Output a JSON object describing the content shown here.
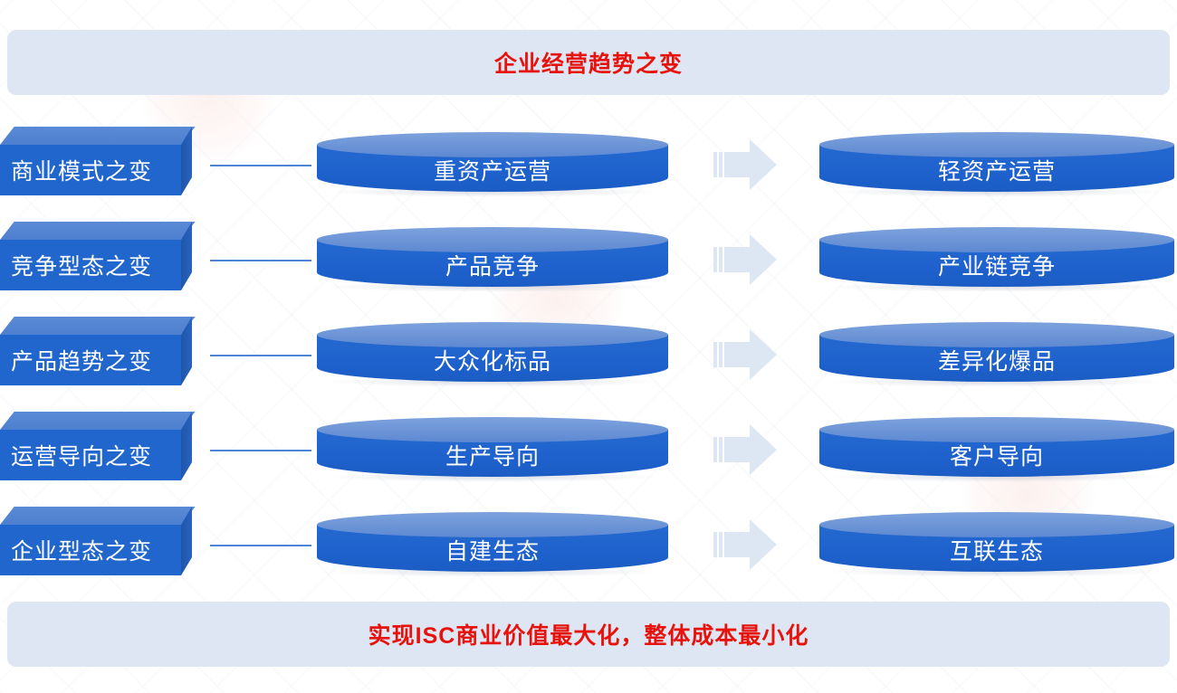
{
  "title_banner": {
    "text": "企业经营趋势之变"
  },
  "bottom_banner": {
    "text": "实现ISC商业价值最大化，整体成本最小化"
  },
  "colors": {
    "banner_bg": "#dde6f2",
    "banner_text": "#e8120c",
    "box_front": "#2166cc",
    "box_top": "#4d80d0",
    "cylinder_body": "#1f62ce",
    "cylinder_cap": "#6a93d6",
    "arrow": "#dce7f3",
    "connector": "#2f6fd0",
    "label_text": "#ffffff"
  },
  "rows": [
    {
      "category": "商业模式之变",
      "from": "重资产运营",
      "to": "轻资产运营",
      "arrow": "right-arrow-icon"
    },
    {
      "category": "竞争型态之变",
      "from": "产品竞争",
      "to": "产业链竞争",
      "arrow": "right-arrow-icon"
    },
    {
      "category": "产品趋势之变",
      "from": "大众化标品",
      "to": "差异化爆品",
      "arrow": "right-arrow-icon"
    },
    {
      "category": "运营导向之变",
      "from": "生产导向",
      "to": "客户导向",
      "arrow": "right-arrow-icon"
    },
    {
      "category": "企业型态之变",
      "from": "自建生态",
      "to": "互联生态",
      "arrow": "right-arrow-icon"
    }
  ]
}
